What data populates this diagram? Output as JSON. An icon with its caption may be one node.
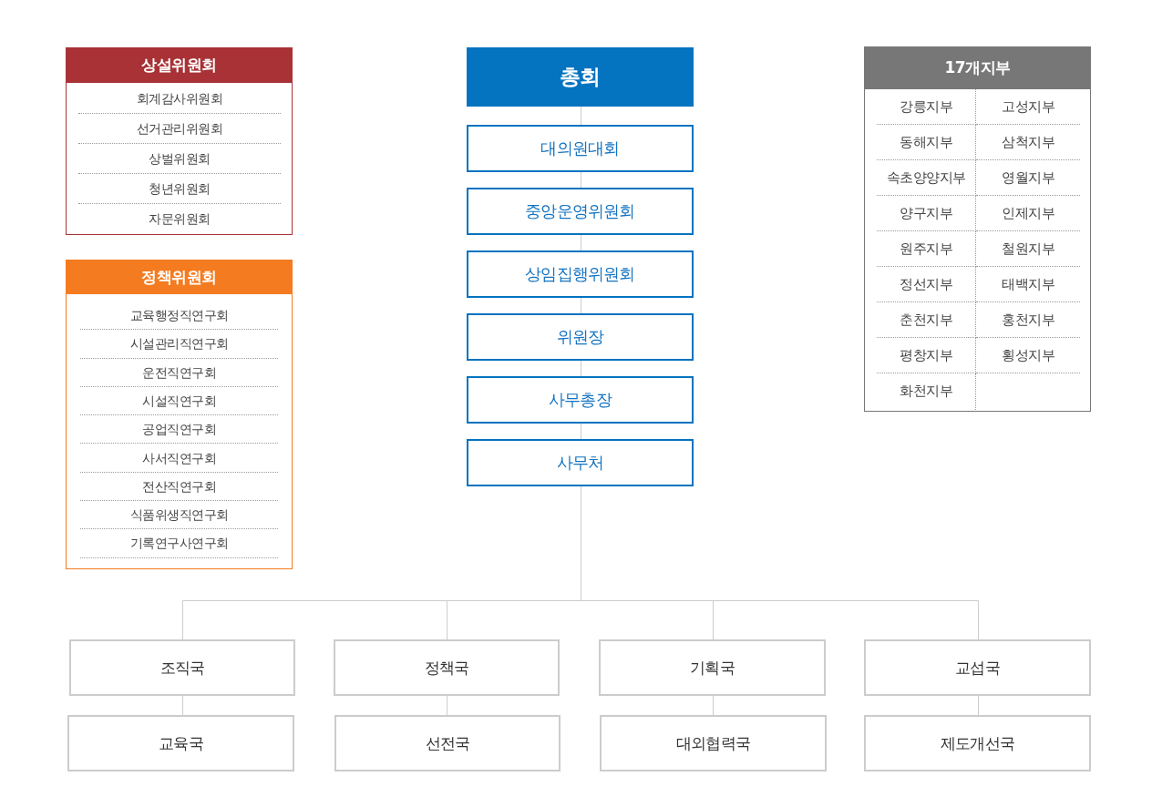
{
  "diagram": {
    "nodes": [
      {
        "text": [
          "상설위원회",
          "회계감사위원회",
          "선거관리위원회",
          "상벌위원회",
          "청년위원회",
          "자문위원회"
        ]
      },
      {
        "text": [
          "정책위원회",
          "교육행정직연구회",
          "시설관리직연구회",
          "운전직연구회",
          "시설직연구회",
          "공업직연구회",
          "사서직연구회",
          "전산직연구회",
          "식품위생직연구회",
          "기록연구사연구회"
        ]
      },
      {
        "text": [
          "총회"
        ]
      },
      {
        "text": [
          "대의원대회"
        ]
      },
      {
        "text": [
          "중앙운영위원회"
        ]
      },
      {
        "text": [
          "상임집행위원회"
        ]
      },
      {
        "text": [
          "위원장"
        ]
      },
      {
        "text": [
          "사무총장"
        ]
      },
      {
        "text": [
          "사무처"
        ]
      },
      {
        "text": [
          "17개지부",
          "강릉지부",
          "고성지부",
          "동해지부",
          "삼척지부",
          "속초양양지부",
          "영월지부",
          "양구지부",
          "인제지부",
          "원주지부",
          "철원지부",
          "정선지부",
          "태백지부",
          "춘천지부",
          "홍천지부",
          "평창지부",
          "횡성지부",
          "화천지부"
        ]
      },
      {
        "text": [
          "조직국"
        ]
      },
      {
        "text": [
          "정책국"
        ]
      },
      {
        "text": [
          "기획국"
        ]
      },
      {
        "text": [
          "교섭국"
        ]
      },
      {
        "text": [
          "교육국"
        ]
      },
      {
        "text": [
          "선전국"
        ]
      },
      {
        "text": [
          "대외협력국"
        ]
      },
      {
        "text": [
          "제도개선국"
        ]
      }
    ],
    "edges": [
      {
        "from": 2,
        "to": 3,
        "arrow": "none"
      },
      {
        "from": 3,
        "to": 4,
        "arrow": "none"
      },
      {
        "from": 4,
        "to": 5,
        "arrow": "none"
      },
      {
        "from": 5,
        "to": 6,
        "arrow": "none"
      },
      {
        "from": 6,
        "to": 7,
        "arrow": "none"
      },
      {
        "from": 7,
        "to": 8,
        "arrow": "none"
      },
      {
        "from": 8,
        "to": 10,
        "arrow": "none"
      },
      {
        "from": 8,
        "to": 11,
        "arrow": "none"
      },
      {
        "from": 8,
        "to": 12,
        "arrow": "none"
      },
      {
        "from": 8,
        "to": 13,
        "arrow": "none"
      },
      {
        "from": 10,
        "to": 14,
        "arrow": "none"
      },
      {
        "from": 11,
        "to": 15,
        "arrow": "none"
      },
      {
        "from": 12,
        "to": 16,
        "arrow": "none"
      },
      {
        "from": 13,
        "to": 17,
        "arrow": "none"
      }
    ]
  }
}
